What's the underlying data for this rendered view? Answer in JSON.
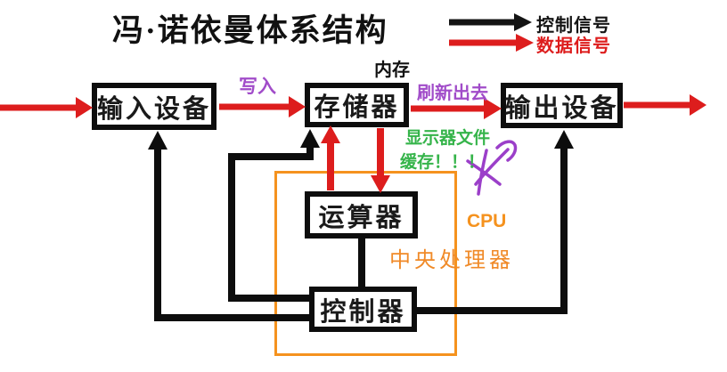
{
  "title": "冯·诺依曼体系结构",
  "legend": {
    "control": {
      "label": "控制信号",
      "color": "#141414"
    },
    "data": {
      "label": "数据信号",
      "color": "#dd1d1d"
    }
  },
  "boxes": {
    "input": {
      "label": "输入设备"
    },
    "memory": {
      "label": "存储器"
    },
    "output": {
      "label": "输出设备"
    },
    "alu": {
      "label": "运算器"
    },
    "cu": {
      "label": "控制器"
    }
  },
  "annotations": {
    "memory_tag": "内存",
    "write": "写入",
    "refresh_out": "刷新出去",
    "display_file": "显示器文件",
    "cache": "缓存！！！",
    "cpu": "CPU",
    "cpu_cn": "中央处理器"
  },
  "colors": {
    "control_signal": "#141414",
    "data_signal": "#dd1d1d",
    "annotation_purple": "#a14cc9",
    "annotation_green": "#35b44a",
    "cpu_orange": "#f5921e"
  }
}
